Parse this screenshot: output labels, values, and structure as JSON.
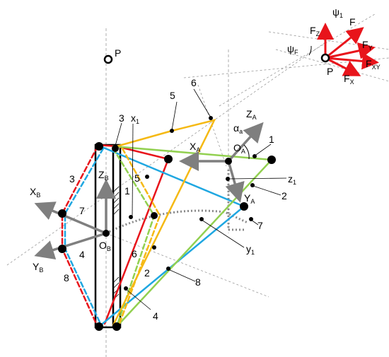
{
  "labels": {
    "P_left": "P",
    "P_right": "P",
    "F": "F",
    "Fz": "F",
    "Fz_sub": "Z",
    "Fy": "F",
    "Fy_sub": "Y",
    "Fxy": "F",
    "Fxy_sub": "XY",
    "Fx": "F",
    "Fx_sub": "X",
    "psi1": "ψ",
    "psi1_sub": "1",
    "psiF": "ψ",
    "psiF_sub": "F",
    "OA": "O",
    "OA_sub": "A",
    "OB": "O",
    "OB_sub": "B",
    "XA": "X",
    "XA_sub": "A",
    "YA": "Y",
    "YA_sub": "A",
    "ZA": "Z",
    "ZA_sub": "A",
    "XB": "X",
    "XB_sub": "B",
    "YB": "Y",
    "YB_sub": "B",
    "ZB": "Z",
    "ZB_sub": "B",
    "alpha": "α",
    "alpha_sub": "a",
    "x1": "x",
    "x1_sub": "1",
    "y1": "y",
    "y1_sub": "1",
    "z1": "z",
    "z1_sub": "1",
    "n1a": "1",
    "n1b": "1",
    "n2a": "2",
    "n2b": "2",
    "n3a": "3",
    "n3b": "3",
    "n4a": "4",
    "n4b": "4",
    "n5a": "5",
    "n5b": "5",
    "n6a": "6",
    "n6b": "6",
    "n7a": "7",
    "n7b": "7",
    "n8a": "8",
    "n8b": "8"
  },
  "colors": {
    "red": "#e8141b",
    "green": "#92d050",
    "blue": "#1fa7e1",
    "orange": "#f5b914",
    "gray": "#7f7f7f",
    "force": "#e8141b",
    "black": "#000000"
  }
}
